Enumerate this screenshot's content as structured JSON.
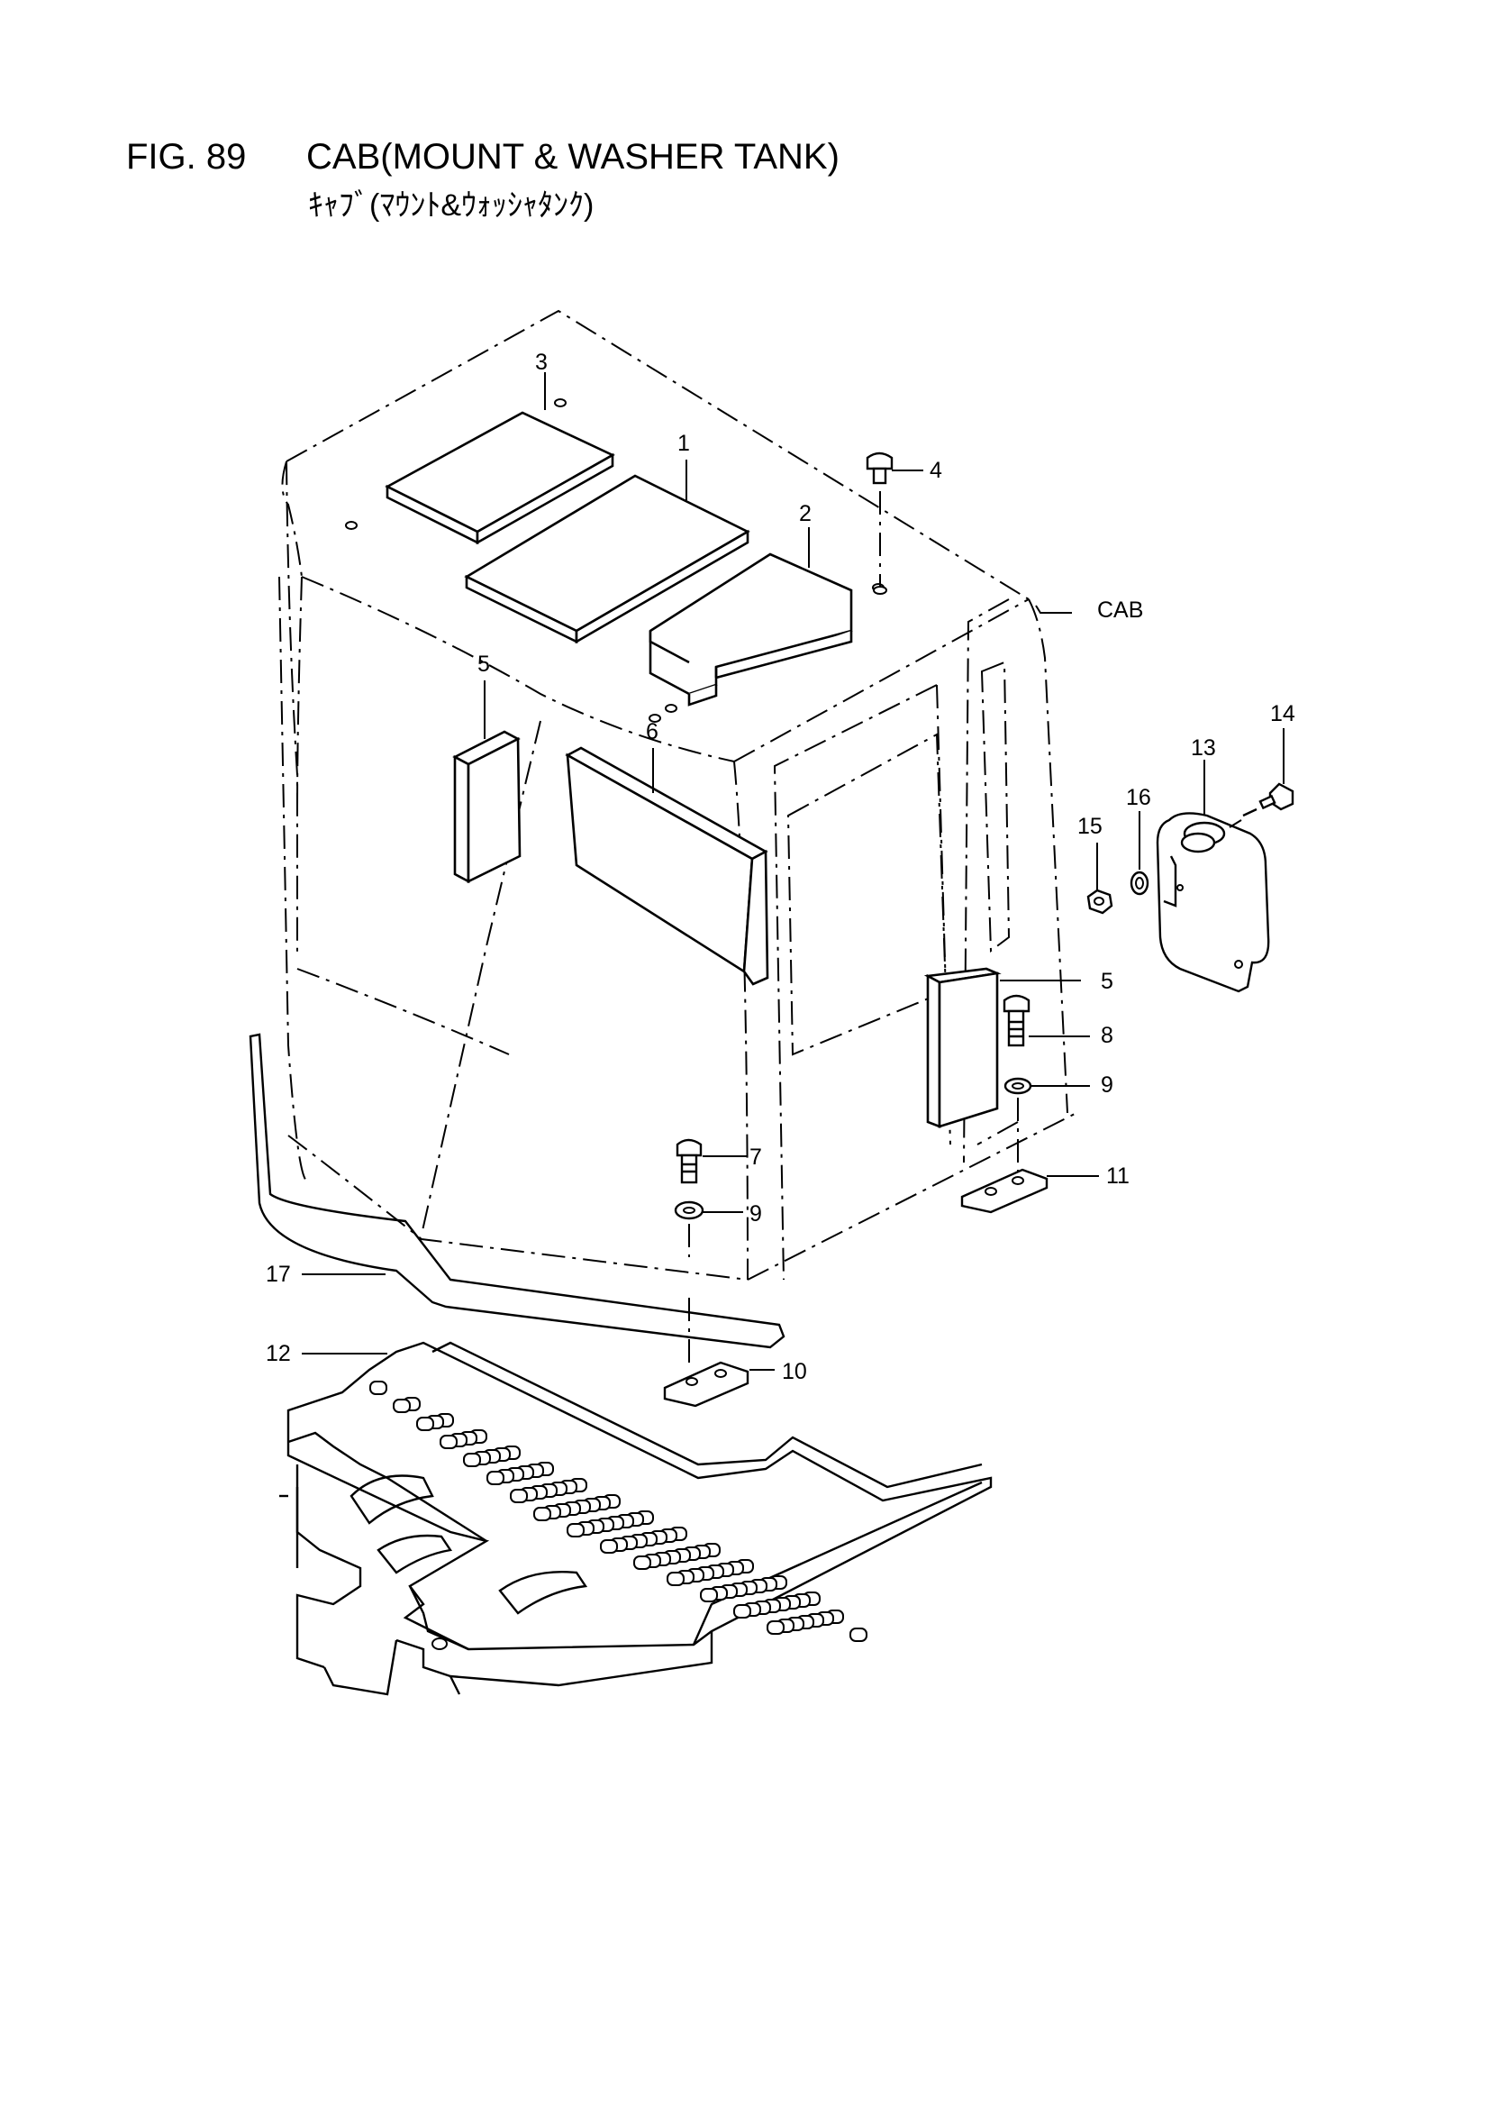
{
  "header": {
    "figure_number": "FIG. 89",
    "title": "CAB(MOUNT & WASHER TANK)",
    "subtitle_jp": "ｷｬﾌﾞ(ﾏｳﾝﾄ&ｳｫｯｼｬﾀﾝｸ)"
  },
  "callouts": {
    "c1": "1",
    "c2": "2",
    "c3": "3",
    "c4": "4",
    "c5a": "5",
    "c5b": "5",
    "c6": "6",
    "c7": "7",
    "c8": "8",
    "c9a": "9",
    "c9b": "9",
    "c10": "10",
    "c11": "11",
    "c12": "12",
    "c13": "13",
    "c14": "14",
    "c15": "15",
    "c16": "16",
    "c17": "17",
    "cab": "CAB"
  }
}
